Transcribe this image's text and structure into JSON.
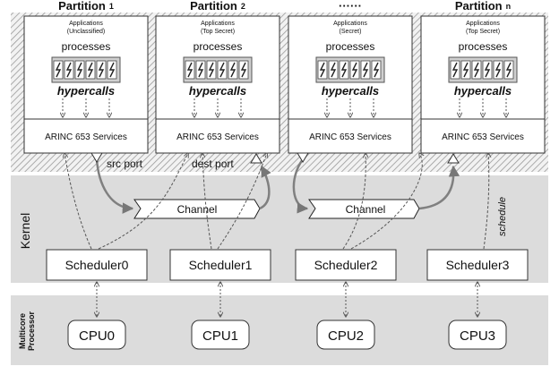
{
  "partitions": [
    {
      "name": "Partition",
      "index": "1",
      "app_line1": "Applications",
      "app_line2": "(Unclassified)"
    },
    {
      "name": "Partition",
      "index": "2",
      "app_line1": "Applications",
      "app_line2": "(Top Secret)"
    },
    {
      "name": "······",
      "index": "",
      "app_line1": "Applications",
      "app_line2": "(Secret)"
    },
    {
      "name": "Partition",
      "index": "n",
      "app_line1": "Applications",
      "app_line2": "(Top Secret)"
    }
  ],
  "labels": {
    "processes": "processes",
    "hypercalls": "hypercalls",
    "services": "ARINC 653 Services",
    "src_port": "src port",
    "dest_port": "dest port",
    "channel": "Channel",
    "schedule": "schedule"
  },
  "layers": {
    "kernel": "Kernel",
    "processor_line1": "Multicore",
    "processor_line2": "Processor"
  },
  "schedulers": [
    "Scheduler0",
    "Scheduler1",
    "Scheduler2",
    "Scheduler3"
  ],
  "cpus": [
    "CPU0",
    "CPU1",
    "CPU2",
    "CPU3"
  ],
  "colors": {
    "kernel_band": "#dcdcdc",
    "processor_band": "#dcdcdc",
    "hatch": "#9a9a9a",
    "process_fill": "#d0d0d0",
    "arrow": "#808080"
  }
}
